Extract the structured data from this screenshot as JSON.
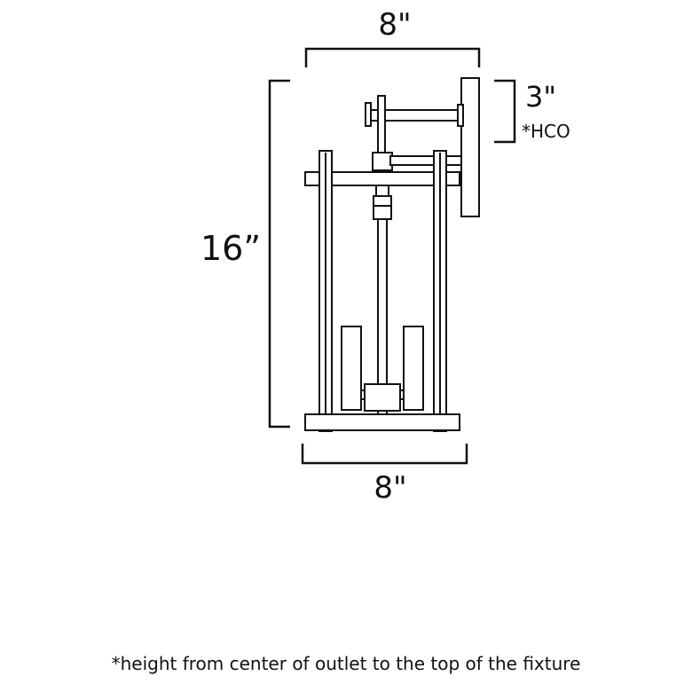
{
  "dimensions": {
    "top_width": "8\"",
    "bottom_width": "8\"",
    "height": "16”",
    "hco_value": "3\"",
    "hco_label": "*HCO"
  },
  "footnote": "*height from center of outlet to the top of the fixture"
}
